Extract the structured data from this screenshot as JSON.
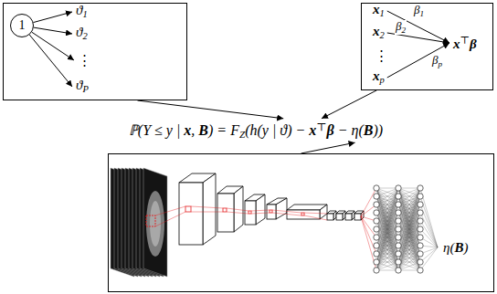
{
  "diagram": {
    "nodes": [
      {
        "text": [
          "ϑ1",
          "ϑ2",
          "⋮",
          "ϑP"
        ]
      },
      {
        "text": [
          "1"
        ],
        "in": 0
      },
      {
        "text": [
          "x1",
          "x2",
          "⋮",
          "xp",
          "β1",
          "β2",
          "βp",
          "x⊤β"
        ]
      },
      {
        "text": [
          "ℙ(Y ≤ y | x, B) = FZ(h(y | ϑ) − x⊤β − η(B))"
        ]
      },
      {
        "text": [
          "η(B)"
        ]
      }
    ],
    "edges": [
      {
        "from": 0,
        "to": 3,
        "arrow": "to"
      },
      {
        "from": 2,
        "to": 3,
        "arrow": "to"
      },
      {
        "from": 4,
        "to": 3,
        "arrow": "to"
      }
    ]
  }
}
